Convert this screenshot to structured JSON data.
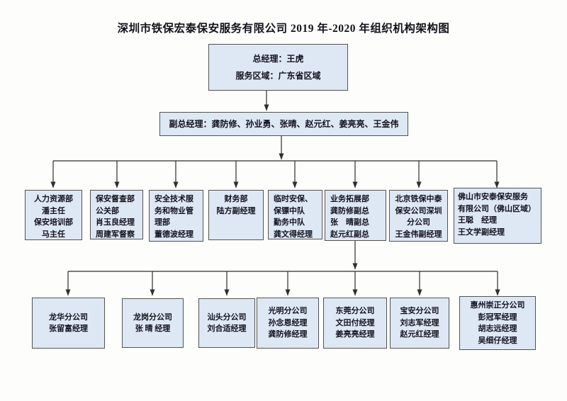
{
  "title": "深圳市铁保宏泰保安服务有限公司 2019 年-2020 年组织机构架构图",
  "org": {
    "level1": {
      "lines": [
        "总经理：王虎",
        "服务区域：广东省区域"
      ]
    },
    "level2": {
      "lines": [
        "副总经理：龚防修、孙业勇、张晴、赵元红、姜亮亮、王金伟"
      ]
    },
    "level3": [
      {
        "lines": [
          "人力资源部",
          "潘主任",
          "保安培训部",
          "马主任"
        ]
      },
      {
        "lines": [
          "保安督查部",
          "公关部",
          "肖玉良经理",
          "周建军督察"
        ]
      },
      {
        "lines": [
          "安全技术服",
          "务和物业管",
          "理部",
          "董德波经理"
        ]
      },
      {
        "lines": [
          "财务部",
          "陆方副经理"
        ]
      },
      {
        "lines": [
          "临时安保、",
          "保镖中队",
          "勤务中队",
          "龚文得经理"
        ]
      },
      {
        "lines": [
          "业务拓展部",
          "龚防修副总",
          "张　晴副总",
          "赵元红副总"
        ]
      },
      {
        "lines": [
          "北京铁保中泰",
          "保安公司深圳",
          "分公司",
          "王金伟副经理"
        ]
      },
      {
        "lines": [
          "佛山市安泰保安服务",
          "有限公司（佛山区域）",
          "王聪　经理",
          "王文学副经理"
        ]
      }
    ],
    "level4": [
      {
        "lines": [
          "龙华分公司",
          "张留富经理"
        ]
      },
      {
        "lines": [
          "龙岗分公司",
          "张 晴 经理"
        ]
      },
      {
        "lines": [
          "汕头分公司",
          "刘合适经理"
        ]
      },
      {
        "lines": [
          "光明分公司",
          "孙念恩经理",
          "龚防修经理"
        ]
      },
      {
        "lines": [
          "东莞分公司",
          "文田付经理",
          "姜亮亮经理"
        ]
      },
      {
        "lines": [
          "宝安分公司",
          "刘志军经理",
          "赵元红经理"
        ]
      },
      {
        "lines": [
          "惠州崇正分公司",
          "彭冠军经理",
          "胡志远经理",
          "吴细仔经理"
        ]
      }
    ]
  },
  "colors": {
    "box_fill": "#dee8f4",
    "box_border": "#525252",
    "line": "#2e2e2e",
    "text": "#12121e",
    "page_bg": "#fdfdfb"
  }
}
